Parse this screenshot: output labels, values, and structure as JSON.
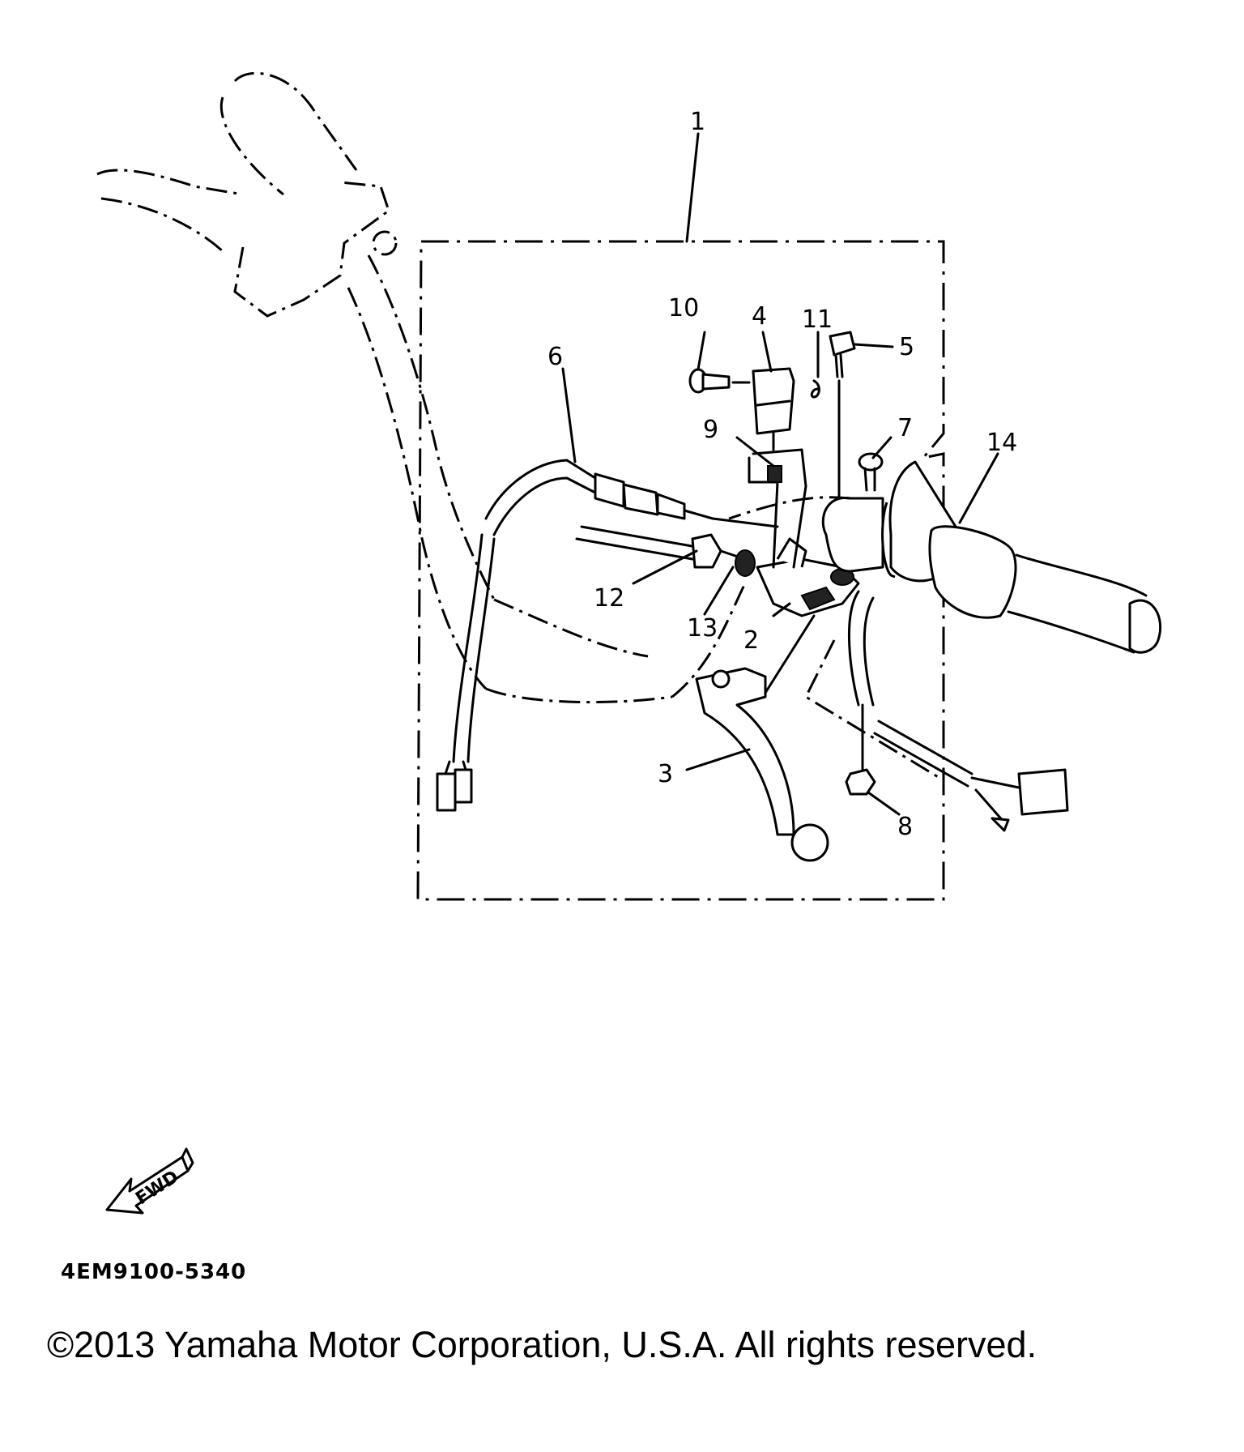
{
  "callouts": {
    "c1": "1",
    "c2": "2",
    "c3": "3",
    "c4": "4",
    "c5": "5",
    "c6": "6",
    "c7": "7",
    "c8": "8",
    "c9": "9",
    "c10": "10",
    "c11": "11",
    "c12": "12",
    "c13": "13",
    "c14": "14"
  },
  "fwd_label": "FWD",
  "diagram_code": "4EM9100-5340",
  "copyright": "©2013 Yamaha Motor Corporation, U.S.A. All rights reserved."
}
